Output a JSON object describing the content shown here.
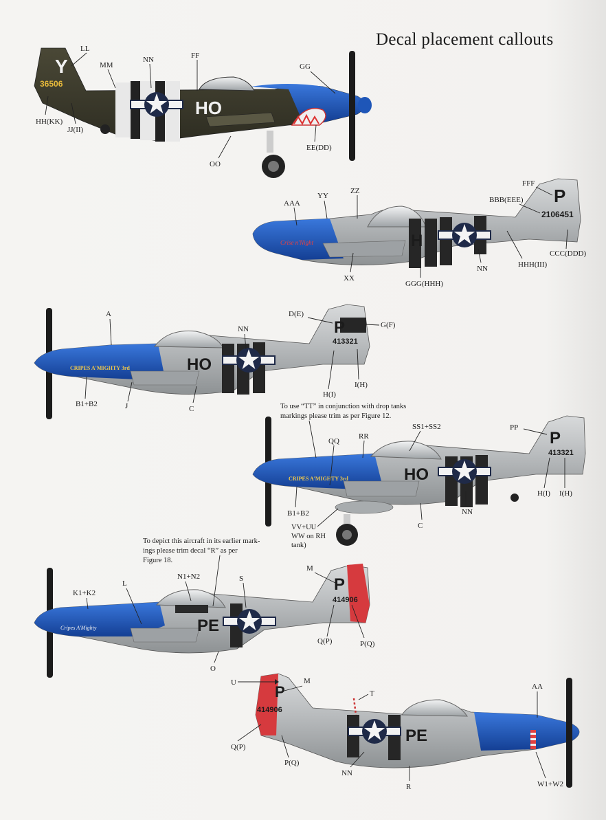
{
  "title": "Decal placement callouts",
  "notes": {
    "tt": [
      "To use “TT” in conjunction with drop tanks",
      "markings please trim as per Figure 12."
    ],
    "r": [
      "To depict this aircraft in its earlier mark-",
      "ings please trim decal “R” as per",
      "Figure 18."
    ],
    "vv": [
      "VV+UU",
      "WW on RH",
      "tank)"
    ]
  },
  "aircraft": [
    {
      "markings": {
        "tail_letter": "Y",
        "serial": "36506",
        "code": "HO"
      },
      "callouts": [
        "LL",
        "MM",
        "NN",
        "FF",
        "GG",
        "HH(KK)",
        "JJ(II)",
        "OO",
        "EE(DD)"
      ]
    },
    {
      "markings": {
        "tail_letter": "P",
        "serial": "2106451",
        "code": "H",
        "nose_art": "Crise n'Night"
      },
      "callouts": [
        "FFF",
        "AAA",
        "YY",
        "ZZ",
        "BBB(EEE)",
        "CCC(DDD)",
        "HHH(III)",
        "NN",
        "XX",
        "GGG(HHH)"
      ]
    },
    {
      "markings": {
        "tail_letter": "P",
        "serial": "413321",
        "code": "HO",
        "nose_art": "CRIPES A'MIGHTY 3rd"
      },
      "callouts": [
        "A",
        "NN",
        "D(E)",
        "G(F)",
        "B1+B2",
        "J",
        "C",
        "H(I)",
        "I(H)"
      ]
    },
    {
      "markings": {
        "tail_letter": "P",
        "serial": "413321",
        "code": "HO",
        "nose_art": "CRIPES A'MIGHTY 3rd"
      },
      "callouts": [
        "QQ",
        "RR",
        "SS1+SS2",
        "PP",
        "B1+B2",
        "C",
        "NN",
        "H(I)",
        "I(H)"
      ]
    },
    {
      "markings": {
        "tail_letter": "P",
        "serial": "414906",
        "code": "PE",
        "nose_art": "Cripes A'Mighty"
      },
      "callouts": [
        "N1+N2",
        "K1+K2",
        "L",
        "S",
        "M",
        "O",
        "Q(P)",
        "P(Q)"
      ]
    },
    {
      "markings": {
        "tail_letter": "P",
        "serial": "414906",
        "code": "PE"
      },
      "callouts": [
        "U",
        "M",
        "T",
        "AA",
        "Q(P)",
        "P(Q)",
        "NN",
        "R",
        "W1+W2"
      ]
    }
  ],
  "colors": {
    "olive": "#3e3c2c",
    "metal": "#b3b6b8",
    "blue": "#1e56b8",
    "red": "#d63a3e",
    "insignia": "#1f2a48"
  }
}
